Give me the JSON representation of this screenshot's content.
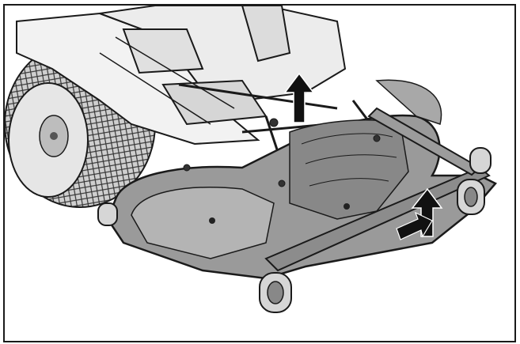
{
  "figure": {
    "stroke_color": "#1a1a1a",
    "deck_fill": "#9a9a9a",
    "deck_shade": "#7e7e7e",
    "highlight_fill": "#d0d0d0",
    "tire_fill": "#c8c8c8",
    "arrow_fill": "#111111",
    "arrows": [
      {
        "name": "left-lift-arrow",
        "direction": "up"
      },
      {
        "name": "right-lift-arrow",
        "direction": "up"
      },
      {
        "name": "right-slide-arrow",
        "direction": "toward-viewer"
      }
    ]
  }
}
